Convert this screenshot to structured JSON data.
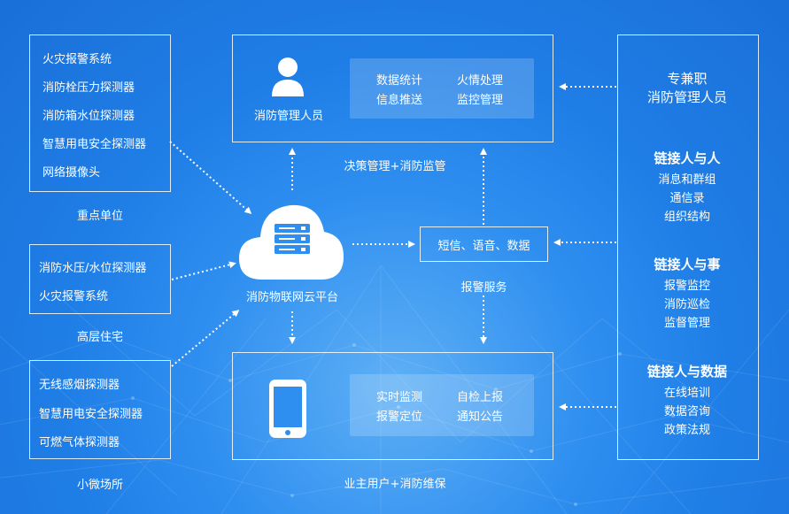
{
  "left_groups": [
    {
      "items": [
        "火灾报警系统",
        "消防栓压力探测器",
        "消防箱水位探测器",
        "智慧用电安全探测器",
        "网络摄像头"
      ],
      "caption": "重点单位"
    },
    {
      "items": [
        "消防水压/水位探测器",
        "火灾报警系统"
      ],
      "caption": "高层住宅"
    },
    {
      "items": [
        "无线感烟探测器",
        "智慧用电安全探测器",
        "可燃气体探测器"
      ],
      "caption": "小微场所"
    }
  ],
  "top_box": {
    "label": "消防管理人员",
    "features": [
      "数据统计",
      "火情处理",
      "信息推送",
      "监控管理"
    ],
    "caption": "决策管理+消防监管"
  },
  "cloud": {
    "label": "消防物联网云平台"
  },
  "alarm": {
    "label": "短信、语音、数据",
    "caption": "报警服务"
  },
  "bottom_box": {
    "features": [
      "实时监测",
      "自检上报",
      "报警定位",
      "通知公告"
    ],
    "caption": "业主用户+消防维保"
  },
  "right_panel": {
    "title_lines": [
      "专兼职",
      "消防管理人员"
    ],
    "sections": [
      {
        "heading": "链接人与人",
        "items": [
          "消息和群组",
          "通信录",
          "组织结构"
        ]
      },
      {
        "heading": "链接人与事",
        "items": [
          "报警监控",
          "消防巡检",
          "监督管理"
        ]
      },
      {
        "heading": "链接人与数据",
        "items": [
          "在线培训",
          "数据咨询",
          "政策法规"
        ]
      }
    ]
  },
  "icons": {
    "person": "person-icon",
    "server": "server-icon",
    "phone": "smartphone-icon"
  },
  "colors": {
    "background": "#2f8ff0",
    "foreground": "#ffffff"
  }
}
